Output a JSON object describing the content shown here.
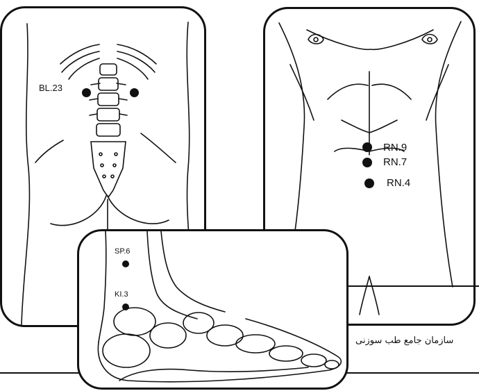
{
  "colors": {
    "ink": "#111111",
    "background": "#ffffff"
  },
  "back_panel": {
    "point_label": "BL.23"
  },
  "abdomen_panel": {
    "points": [
      "RN.9",
      "RN.7",
      "RN.4"
    ]
  },
  "foot_panel": {
    "points": [
      "SP.6",
      "KI.3"
    ]
  },
  "caption": "سازمان جامع طب سوزنی"
}
